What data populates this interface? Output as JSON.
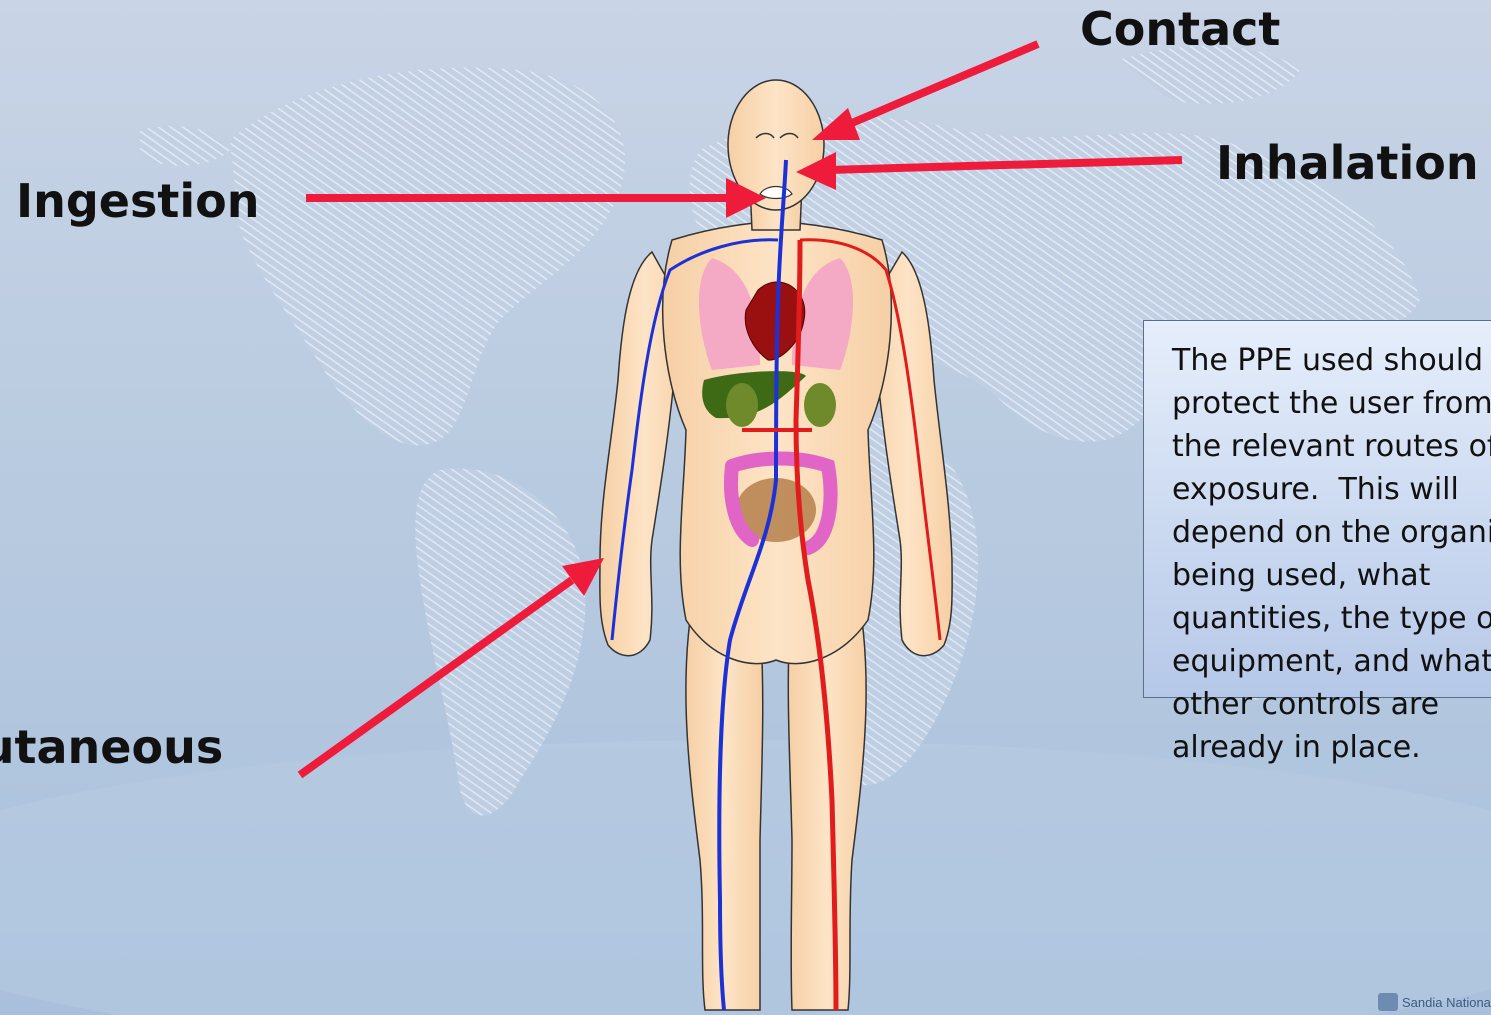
{
  "labels": {
    "contact": "Contact",
    "inhalation": "Inhalation",
    "ingestion": "Ingestion",
    "cutaneous": "Cutaneous"
  },
  "note_text": "The PPE used should\nprotect the user from\nthe relevant routes of\nexposure.  This will\ndepend on the organism\nbeing used, what\nquantities, the type of\nequipment, and what\nother controls are\nalready in place.",
  "logo": {
    "text": "Sandia National Laboratories",
    "icon": "sandia-logo-icon"
  },
  "colors": {
    "arrow": "#ee1c3a",
    "vein": "#1c32d6",
    "artery": "#e01c1c",
    "skin": "#fce0bd"
  }
}
